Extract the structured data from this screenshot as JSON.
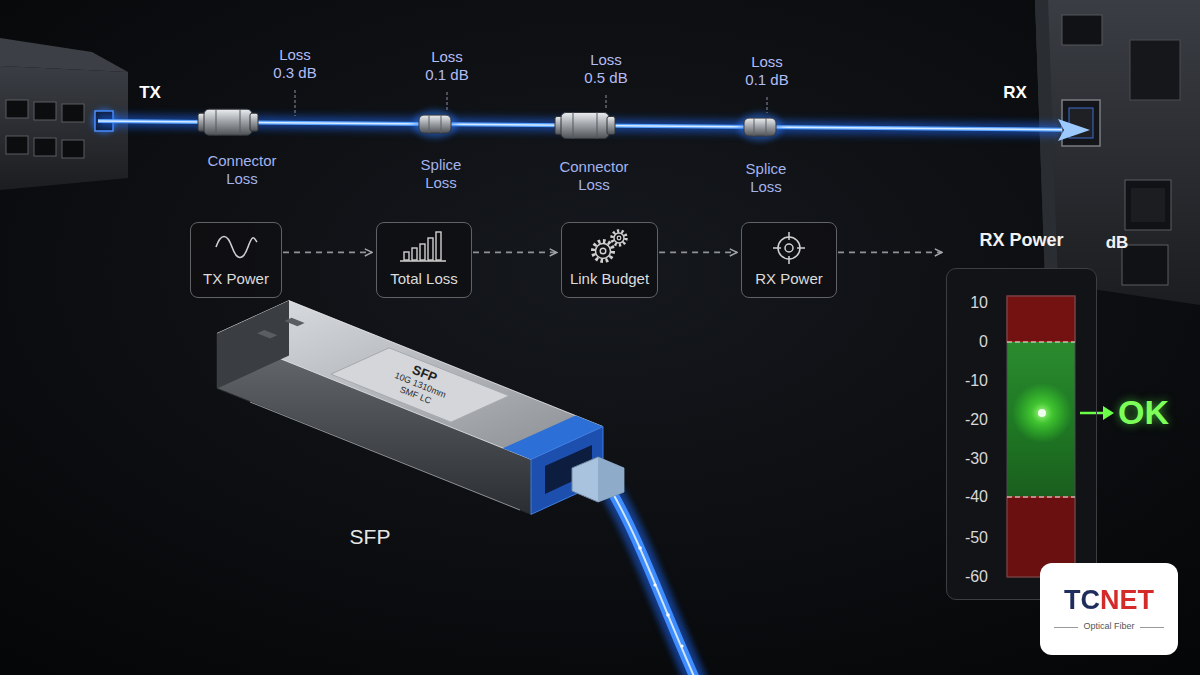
{
  "diagram": {
    "nodes": [
      {
        "text": [
          "TX Power"
        ]
      },
      {
        "text": [
          "Total Loss"
        ]
      },
      {
        "text": [
          "Link Budget"
        ]
      },
      {
        "text": [
          "RX Power"
        ]
      },
      {
        "text": [
          "RX Power"
        ]
      },
      {
        "text": [
          "TCNET",
          "Optical Fiber"
        ]
      }
    ],
    "edges": [
      {
        "from": 0,
        "to": 1,
        "arrow": "to"
      },
      {
        "from": 1,
        "to": 2,
        "arrow": "to"
      },
      {
        "from": 2,
        "to": 3,
        "arrow": "to"
      },
      {
        "from": 3,
        "to": 4,
        "arrow": "to"
      }
    ],
    "labels": [
      "Loss 0.3 dB",
      "Loss 0.1 dB",
      "Loss 0.5 dB",
      "Loss 0.1 dB",
      "TX",
      "RX",
      "Connector Loss",
      "Splice Loss",
      "Connector Loss",
      "Splice Loss",
      "dB",
      "10",
      "0",
      "-10",
      "-20",
      "-30",
      "-40",
      "-50",
      "-60",
      "OK",
      "SFP",
      "10G 1310mm",
      "SMF LC",
      "SFP"
    ]
  }
}
